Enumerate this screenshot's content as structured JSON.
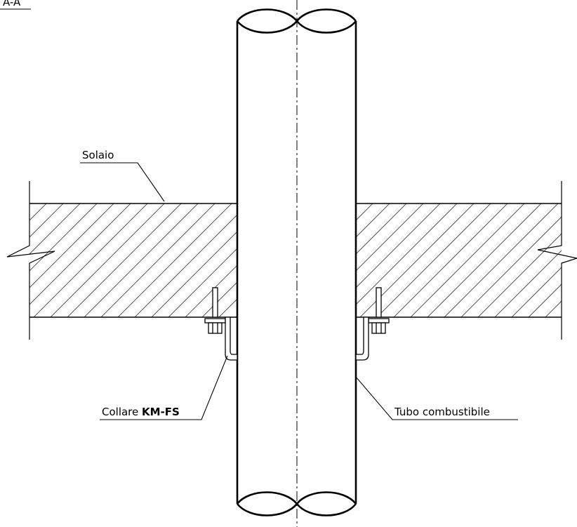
{
  "section_label": "A-A",
  "labels": {
    "slab": "Solaio",
    "collar_prefix": "Collare ",
    "collar_code": "KM-FS",
    "pipe": "Tubo combustibile"
  }
}
